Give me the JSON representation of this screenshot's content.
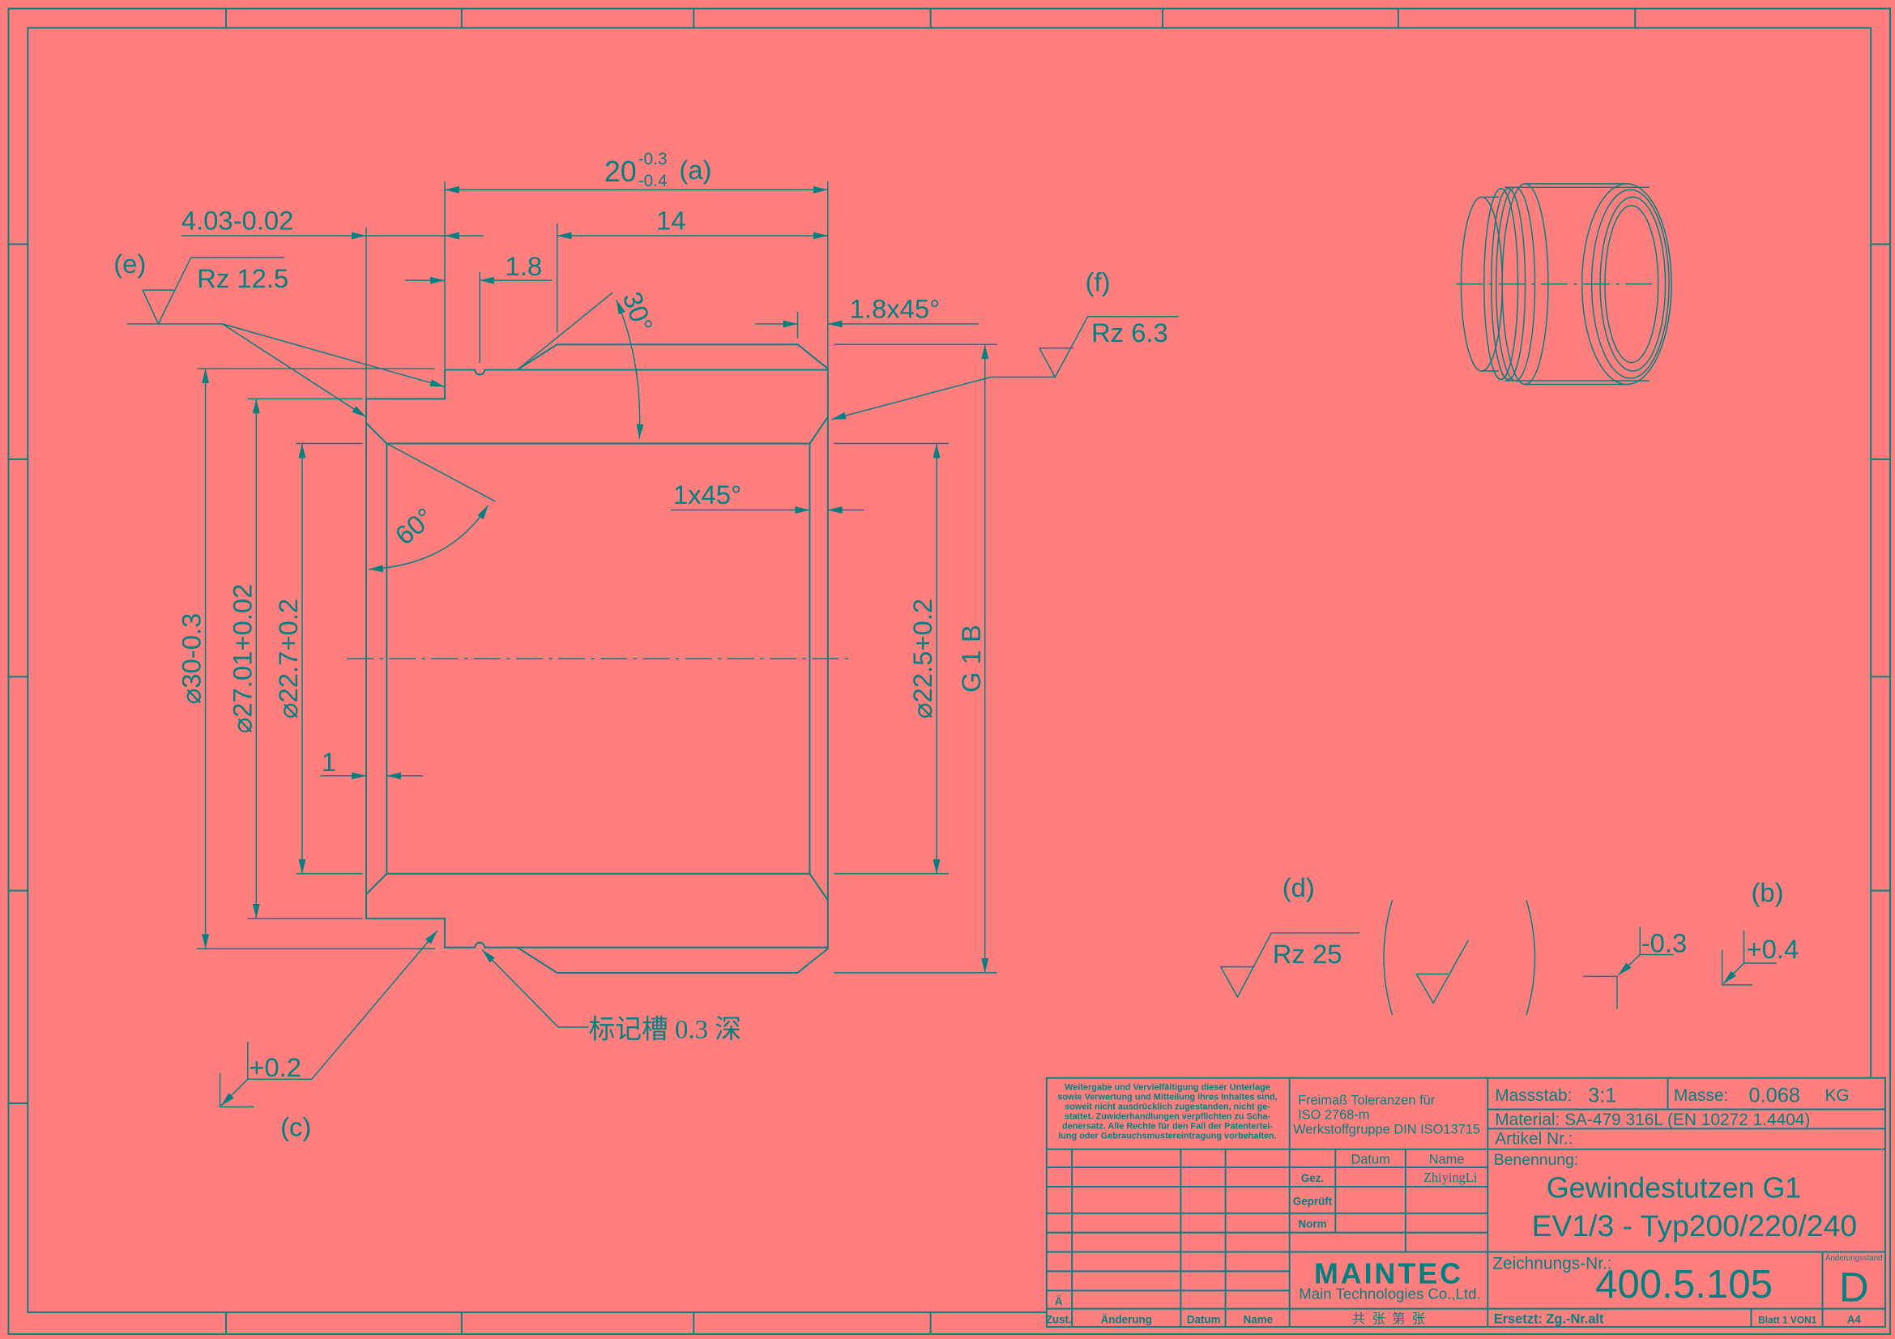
{
  "colors": {
    "background": "#ff7f7f",
    "line": "#008080"
  },
  "dimensions": {
    "overall_length": "20",
    "overall_length_upper_tol": "-0.3",
    "overall_length_lower_tol": "-0.4",
    "overall_length_ref": "(a)",
    "thread_length": "14",
    "step_length": "4.03-0.02",
    "groove_pos": "1.8",
    "chamfer_outer": "1.8x45°",
    "chamfer_inner": "1x45°",
    "angle_30": "30°",
    "angle_60": "60°",
    "face_gap": "1",
    "dia_30": "⌀30-0.3",
    "dia_27": "⌀27.01+0.02",
    "dia_22_7": "⌀22.7+0.2",
    "dia_22_5": "⌀22.5+0.2",
    "thread": "G 1 B"
  },
  "annotations": {
    "e_label": "(e)",
    "e_rz": "Rz 12.5",
    "f_label": "(f)",
    "f_rz": "Rz 6.3",
    "c_label": "(c)",
    "c_tol": "+0.2",
    "groove_note": "标记槽 0.3 深",
    "d_label": "(d)",
    "d_rz": "Rz 25",
    "b_label": "(b)",
    "b_tol_minus": "-0.3",
    "b_tol_plus": "+0.4"
  },
  "title_block": {
    "disclaimer": [
      "Weitergabe und Vervielfältigung dieser Unterlage",
      "sowie Verwertung und Mitteilung ihres Inhaltes sind,",
      "soweit nicht ausdrücklich zugestanden, nicht ge-",
      "stattet. Zuwiderhandlungen verpflichten zu Scha-",
      "denersatz. Alle Rechte für den Fall der Patentertei-",
      "lung oder Gebrauchsmustereintragung vorbehalten."
    ],
    "tolerances": [
      "Freimaß Toleranzen für",
      "ISO 2768-m",
      "Werkstoffgruppe DIN ISO13715"
    ],
    "col_datum": "Datum",
    "col_name": "Name",
    "row_gez": "Gez.",
    "gez_name": "ZhiyingLi",
    "row_geprueft": "Geprüft",
    "row_norm": "Norm",
    "company_logo": "MAINTEC",
    "company_name": "Main Technologies Co.,Ltd.",
    "rev_mark": "Ä",
    "rev_headers": [
      "Zust.",
      "Änderung",
      "Datum",
      "Name"
    ],
    "sheets": "共  张  第  张",
    "scale_label": "Massstab:",
    "scale_value": "3:1",
    "mass_label": "Masse:",
    "mass_value": "0.068",
    "mass_unit": "KG",
    "material": "Material: SA-479 316L (EN 10272 1.4404)",
    "article": "Artikel Nr.:",
    "name_label": "Benennung:",
    "title_line1": "Gewindestutzen G1",
    "title_line2": "EV1/3 - Typ200/220/240",
    "drawing_no_label": "Zeichnungs-Nr.:",
    "drawing_no": "400.5.105",
    "revision_label": "Änderungsstand",
    "revision": "D",
    "replaces": "Ersetzt: Zg.-Nr.alt",
    "sheet": "Blatt 1 VON1",
    "format": "A4"
  }
}
